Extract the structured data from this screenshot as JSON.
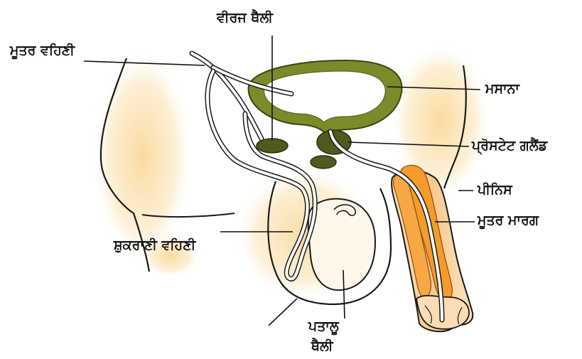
{
  "labels": {
    "seminal_vesicle": "ਵੀਰਜ ਥੈਲੀ",
    "ureter": "ਮੂਤਰ ਵਹਿਣੀ",
    "bladder": "ਮਸਾਨਾ",
    "prostate_gland": "ਪ੍ਰੋਸਟੇਟ ਗਲੈਂਡ",
    "penis": "ਪੀਨਿਸ",
    "urethra": "ਮੂਤਰ ਮਾਰਗ",
    "vas_deferens": "ਸ਼ੁਕਰਾਣੀ ਵਹਿਣੀ",
    "scrotum_line1": "ਪਤਾਲੂ",
    "scrotum_line2": "ਥੈਲੀ"
  },
  "colors": {
    "skin_tint": "#fbe3b2",
    "bladder_wall": "#7d8a2a",
    "gland": "#4f5a1c",
    "penis_orange": "#f59b2c",
    "outline": "#1a1a1a",
    "duct": "#ffffff"
  }
}
